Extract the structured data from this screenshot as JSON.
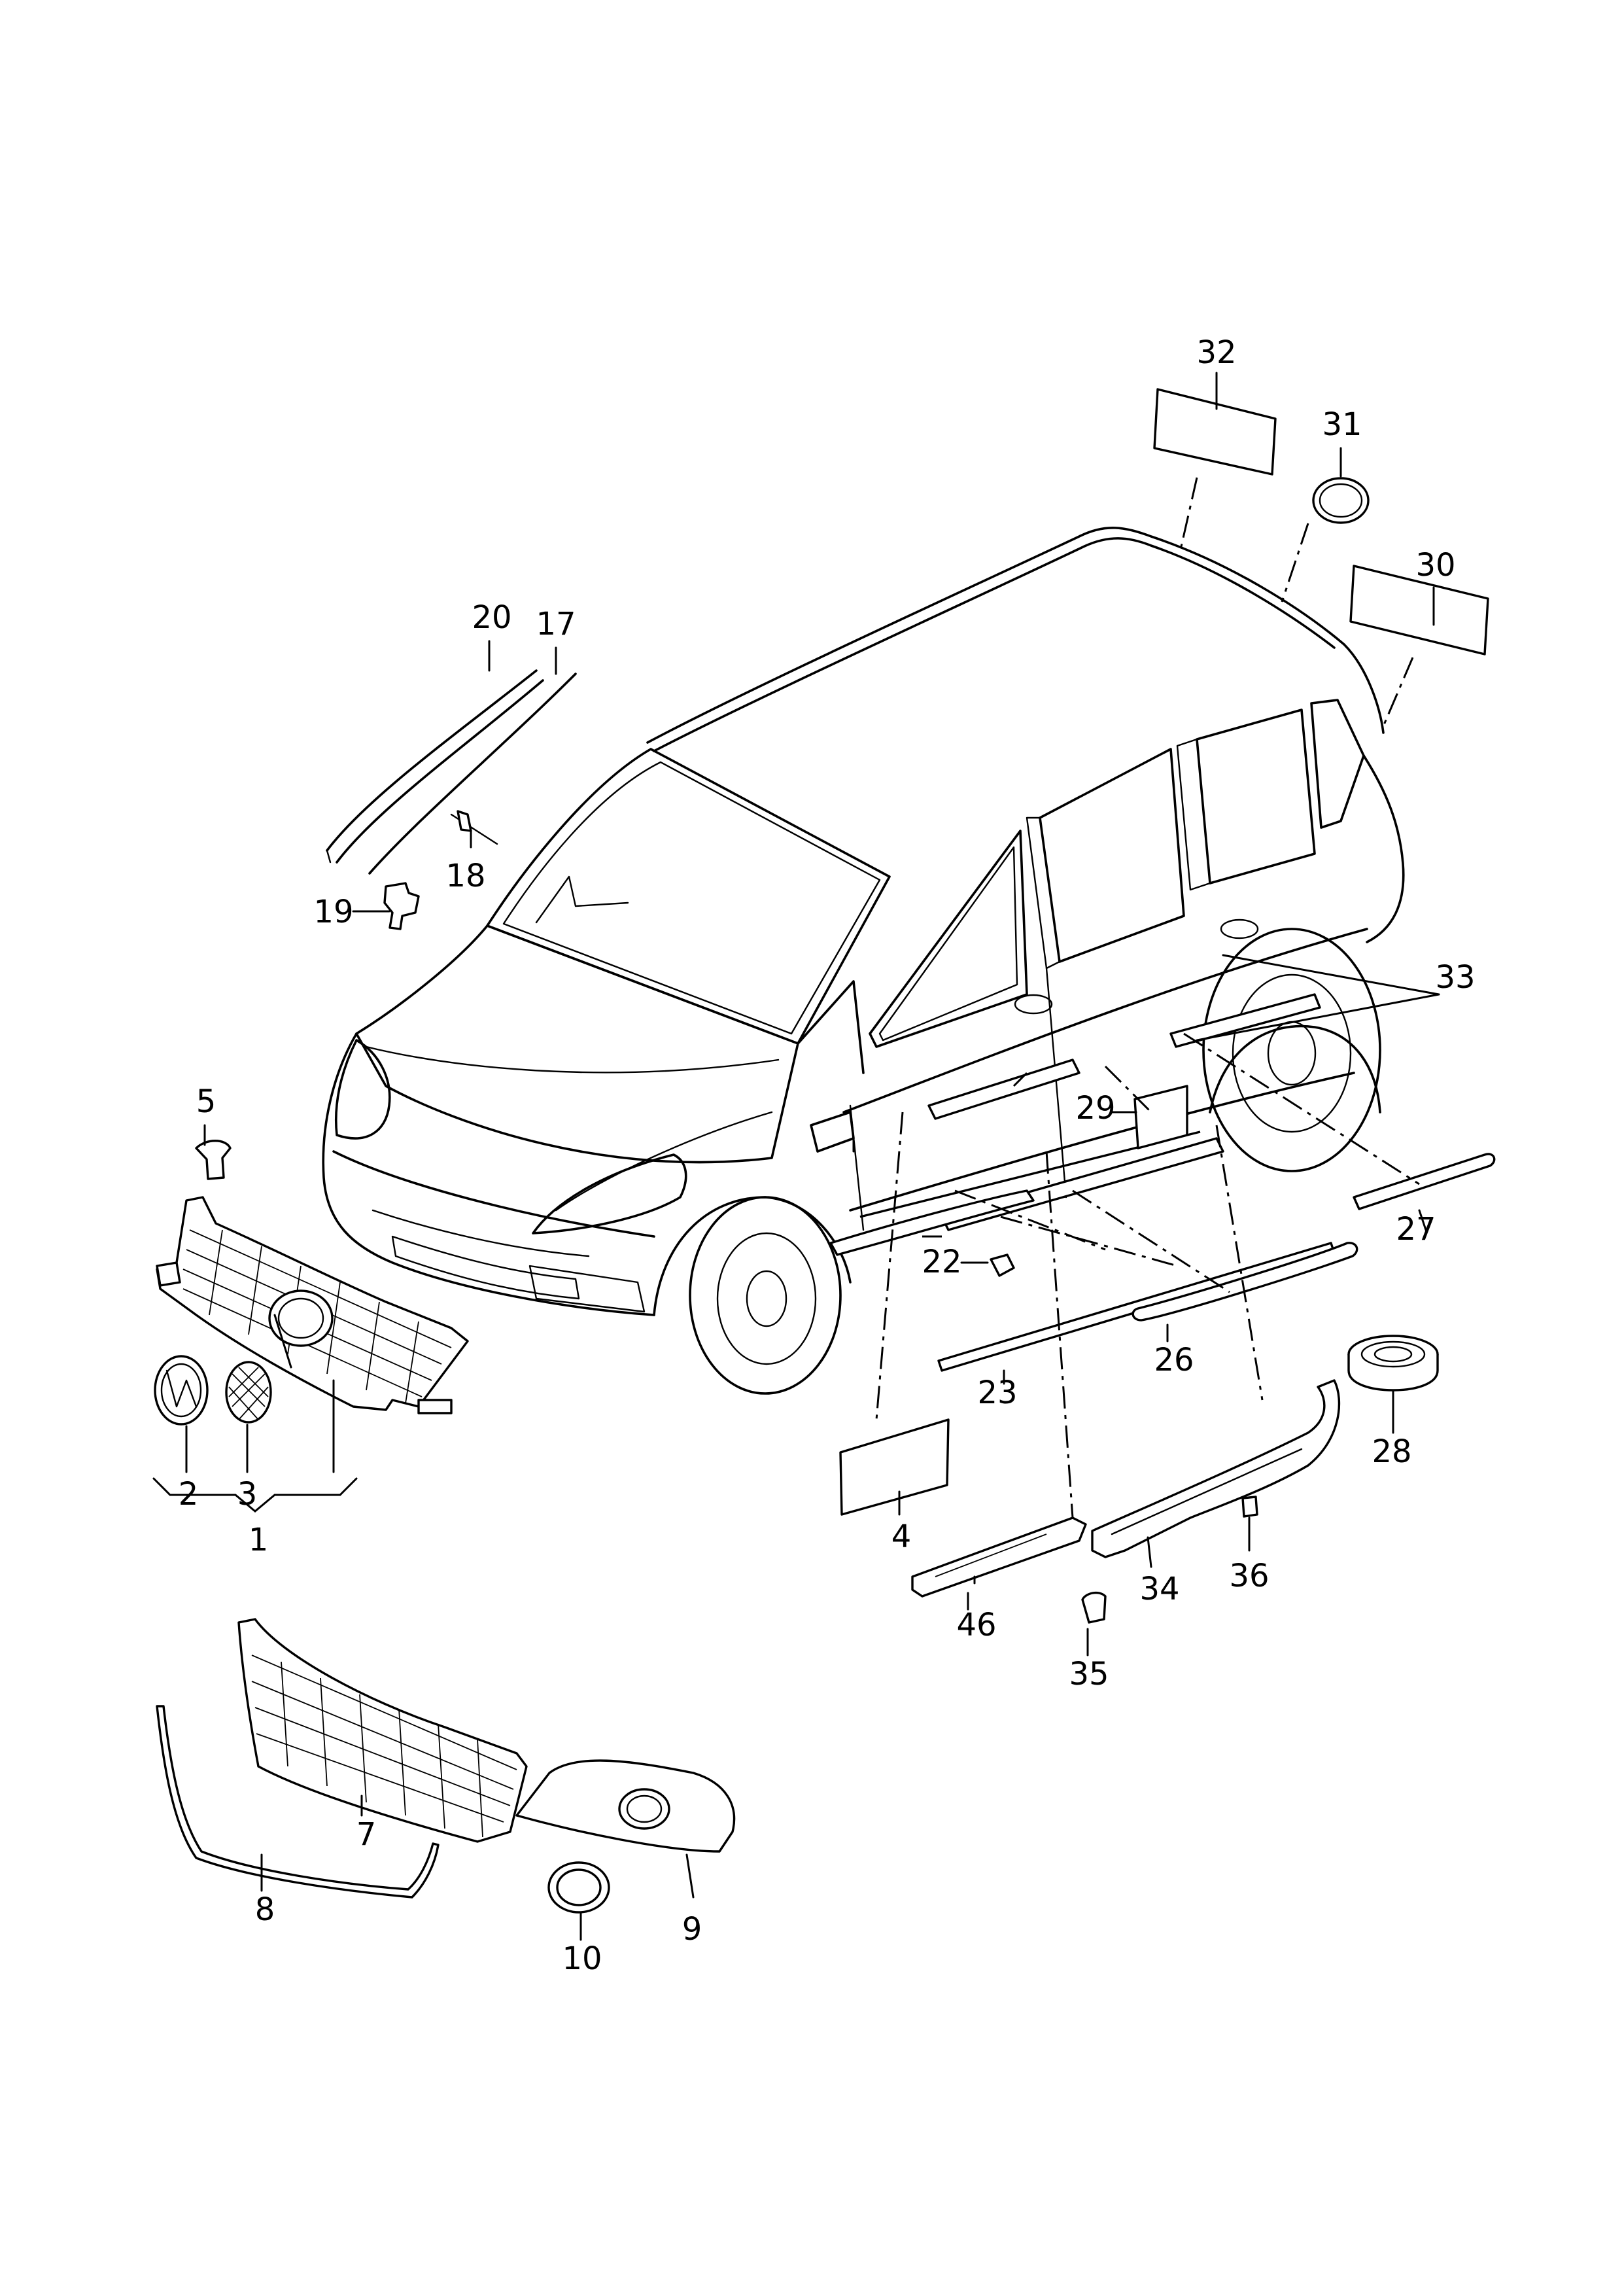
{
  "labels": {
    "p1": "1",
    "p2": "2",
    "p3": "3",
    "p4": "4",
    "p5": "5",
    "p7": "7",
    "p8": "8",
    "p9": "9",
    "p10": "10",
    "p17": "17",
    "p18": "18",
    "p19": "19",
    "p20": "20",
    "p22": "22",
    "p23": "23",
    "p26": "26",
    "p27": "27",
    "p28": "28",
    "p29": "29",
    "p30": "30",
    "p31": "31",
    "p32": "32",
    "p33": "33",
    "p34": "34",
    "p35": "35",
    "p36": "36",
    "p46": "46"
  }
}
